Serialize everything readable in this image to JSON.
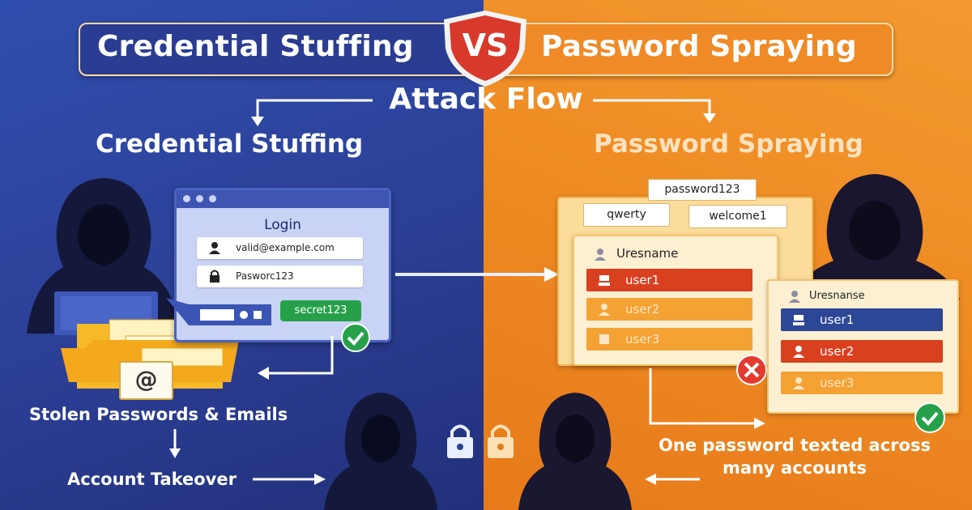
{
  "banner": {
    "left_title": "Credential Stuffing",
    "vs": "VS",
    "right_title": "Password Spraying"
  },
  "flow_title": "Attack Flow",
  "left": {
    "section_title": "Credential Stuffing",
    "login_title": "Login",
    "email_value": "valid@example.com",
    "password_value": "Pasworc123",
    "secret_chip": "secret123",
    "caption_1": "Stolen Passwords & Emails",
    "caption_2": "Account Takeover",
    "at_symbol": "@"
  },
  "right": {
    "section_title": "Password Spraying",
    "password_chips": [
      "password123",
      "qwerty",
      "welcome1"
    ],
    "panel_a": {
      "header": "Uresname",
      "users": [
        "user1",
        "user2",
        "user3"
      ]
    },
    "panel_b": {
      "header": "Uresnanse",
      "users": [
        "user1",
        "user2",
        "user3"
      ]
    },
    "caption": "One password texted across many accounts"
  },
  "colors": {
    "left_bg": "#2c3f96",
    "right_bg": "#ee8a22",
    "shield": "#d8392b",
    "success": "#27a04a",
    "fail": "#e43a2f"
  },
  "icons": [
    "hacker-icon",
    "laptop-icon",
    "email-folder-icon",
    "lock-icon",
    "check-icon",
    "x-icon",
    "user-icon",
    "shield-icon"
  ]
}
